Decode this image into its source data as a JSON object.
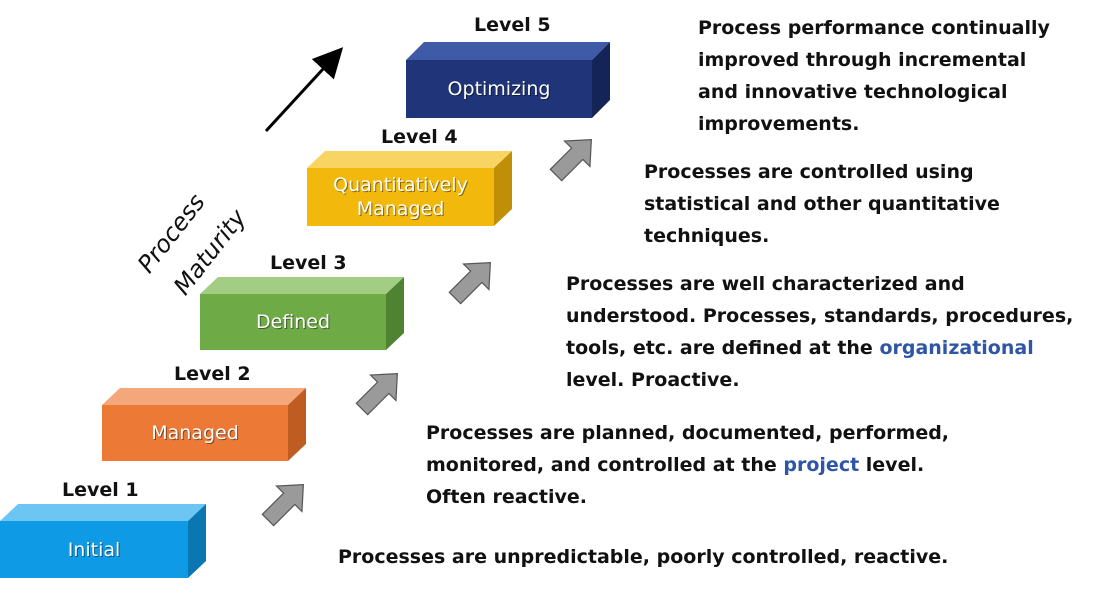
{
  "axis_label": {
    "line1": "Process",
    "line2": "Maturity"
  },
  "levels": [
    {
      "level_label": "Level 1",
      "name": "Initial",
      "color": "#0e9ae4",
      "description": "Processes are unpredictable, poorly controlled, reactive."
    },
    {
      "level_label": "Level 2",
      "name": "Managed",
      "color": "#ec7a36",
      "description_parts": [
        "Processes are planned, documented, performed,",
        "monitored, and controlled at the ",
        "project",
        " level.",
        "Often reactive."
      ]
    },
    {
      "level_label": "Level 3",
      "name": "Defined",
      "color": "#6eaa46",
      "description_parts": [
        "Processes are well characterized and",
        "understood.  Processes, standards, procedures,",
        "tools, etc. are defined at the ",
        "organizational",
        "level. Proactive."
      ]
    },
    {
      "level_label": "Level 4",
      "name_line1": "Quantitatively",
      "name_line2": "Managed",
      "color": "#f2b80c",
      "description_lines": [
        "Processes are controlled using",
        "statistical and other quantitative",
        "techniques."
      ]
    },
    {
      "level_label": "Level 5",
      "name": "Optimizing",
      "color": "#1f3479",
      "description_lines": [
        "Process performance continually",
        "improved through incremental",
        "and  innovative technological",
        "improvements."
      ]
    }
  ]
}
